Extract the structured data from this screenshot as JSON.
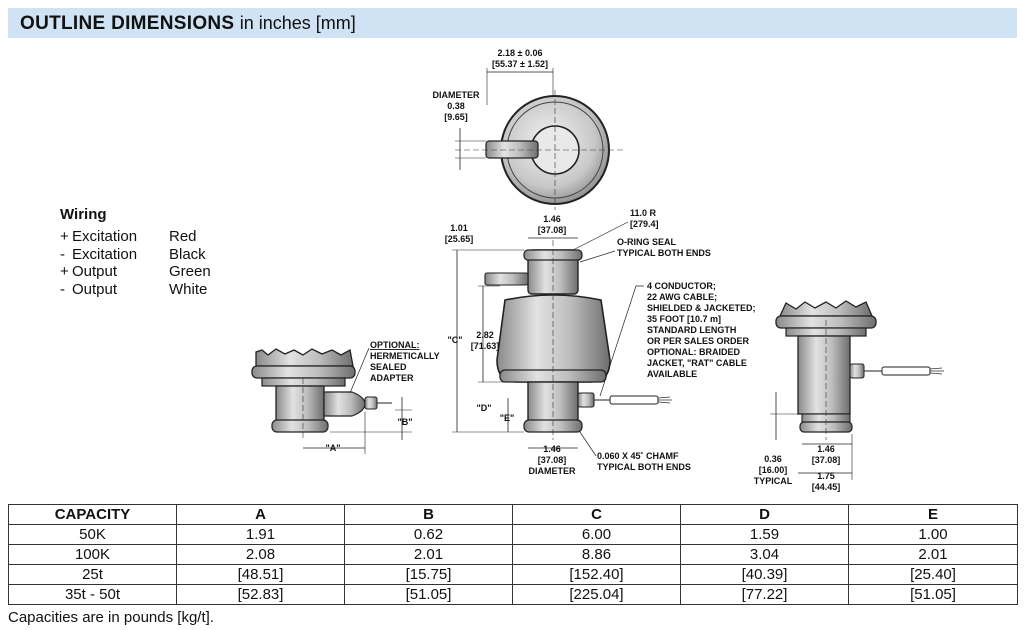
{
  "banner": {
    "title_bold": "OUTLINE DIMENSIONS",
    "title_rest": "in inches [mm]"
  },
  "wiring": {
    "heading": "Wiring",
    "rows": [
      {
        "sign": "+",
        "name": "Excitation",
        "color": "Red"
      },
      {
        "sign": "-",
        "name": "Excitation",
        "color": "Black"
      },
      {
        "sign": "+",
        "name": "Output",
        "color": "Green"
      },
      {
        "sign": "-",
        "name": "Output",
        "color": "White"
      }
    ]
  },
  "drawing": {
    "top_width": "2.18 ± 0.06",
    "top_width_mm": "[55.37 ± 1.52]",
    "diameter_label": "DIAMETER",
    "diameter_in": "0.38",
    "diameter_mm": "[9.65]",
    "left_offset_in": "1.01",
    "left_offset_mm": "[25.65]",
    "neck_in": "1.46",
    "neck_mm": "[37.08]",
    "radius_in": "11.0 R",
    "radius_mm": "[279.4]",
    "oring_1": "O-RING SEAL",
    "oring_2": "TYPICAL BOTH ENDS",
    "dim_c": "\"C\"",
    "body_in": "2.82",
    "body_mm": "[71.63]",
    "dim_d": "\"D\"",
    "dim_e": "\"E\"",
    "base_in": "1.46",
    "base_mm": "[37.08]",
    "base_label": "DIAMETER",
    "chamf_1": "0.060 X 45˚ CHAMF",
    "chamf_2": "TYPICAL BOTH ENDS",
    "cable_lines": [
      "4 CONDUCTOR;",
      "22 AWG CABLE;",
      "SHIELDED & JACKETED;",
      "35 FOOT [10.7 m]",
      "STANDARD LENGTH",
      "OR PER SALES ORDER",
      "OPTIONAL: BRAIDED",
      "JACKET, \"RAT\" CABLE",
      "AVAILABLE"
    ],
    "opt_lines": [
      "OPTIONAL:",
      "HERMETICALLY",
      "SEALED",
      "ADAPTER"
    ],
    "dim_a": "\"A\"",
    "dim_b": "\"B\"",
    "right_neck_in": "1.46",
    "right_neck_mm": "[37.08]",
    "right_len_in": "1.75",
    "right_len_mm": "[44.45]",
    "right_typ_in": "0.36",
    "right_typ_mm": "[16.00]",
    "right_typ_label": "TYPICAL"
  },
  "table": {
    "headers": [
      "CAPACITY",
      "A",
      "B",
      "C",
      "D",
      "E"
    ],
    "rows": [
      [
        "50K",
        "1.91",
        "0.62",
        "6.00",
        "1.59",
        "1.00"
      ],
      [
        "100K",
        "2.08",
        "2.01",
        "8.86",
        "3.04",
        "2.01"
      ],
      [
        "25t",
        "[48.51]",
        "[15.75]",
        "[152.40]",
        "[40.39]",
        "[25.40]"
      ],
      [
        "35t - 50t",
        "[52.83]",
        "[51.05]",
        "[225.04]",
        "[77.22]",
        "[51.05]"
      ]
    ]
  },
  "footnote": "Capacities are in pounds [kg/t]."
}
